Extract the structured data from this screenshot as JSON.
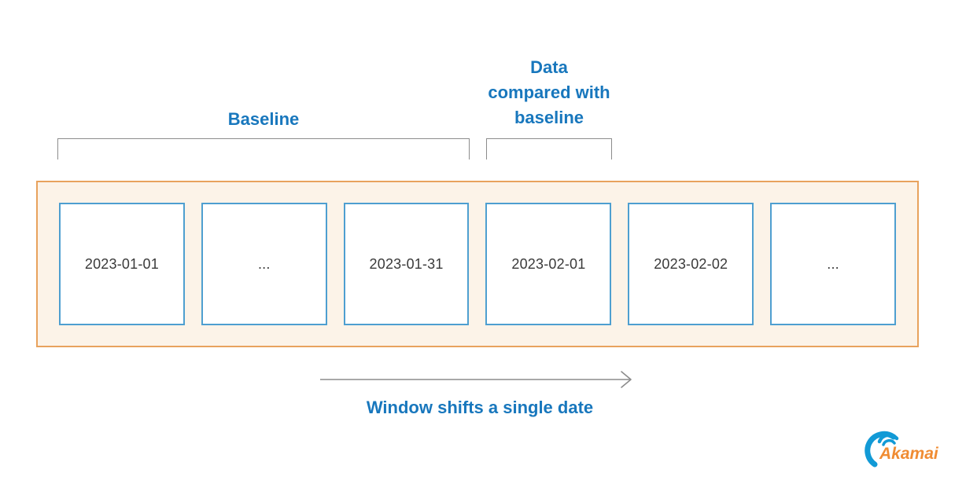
{
  "diagram": {
    "baseline_label": "Baseline",
    "compared_label_lines": [
      "Data",
      "compared with",
      "baseline"
    ],
    "boxes": [
      "2023-01-01",
      "...",
      "2023-01-31",
      "2023-02-01",
      "2023-02-02",
      "..."
    ],
    "shift_label": "Window shifts a single date",
    "logo_text": "Akamai",
    "colors": {
      "heading_blue": "#1877BD",
      "box_border_blue": "#4E9FD0",
      "container_border_orange": "#E8A25D",
      "container_bg_cream": "#FCF3E8",
      "line_gray": "#8C8C8C",
      "date_text": "#3A3A3A",
      "logo_blue": "#129AD6",
      "logo_orange": "#F08C33"
    }
  }
}
